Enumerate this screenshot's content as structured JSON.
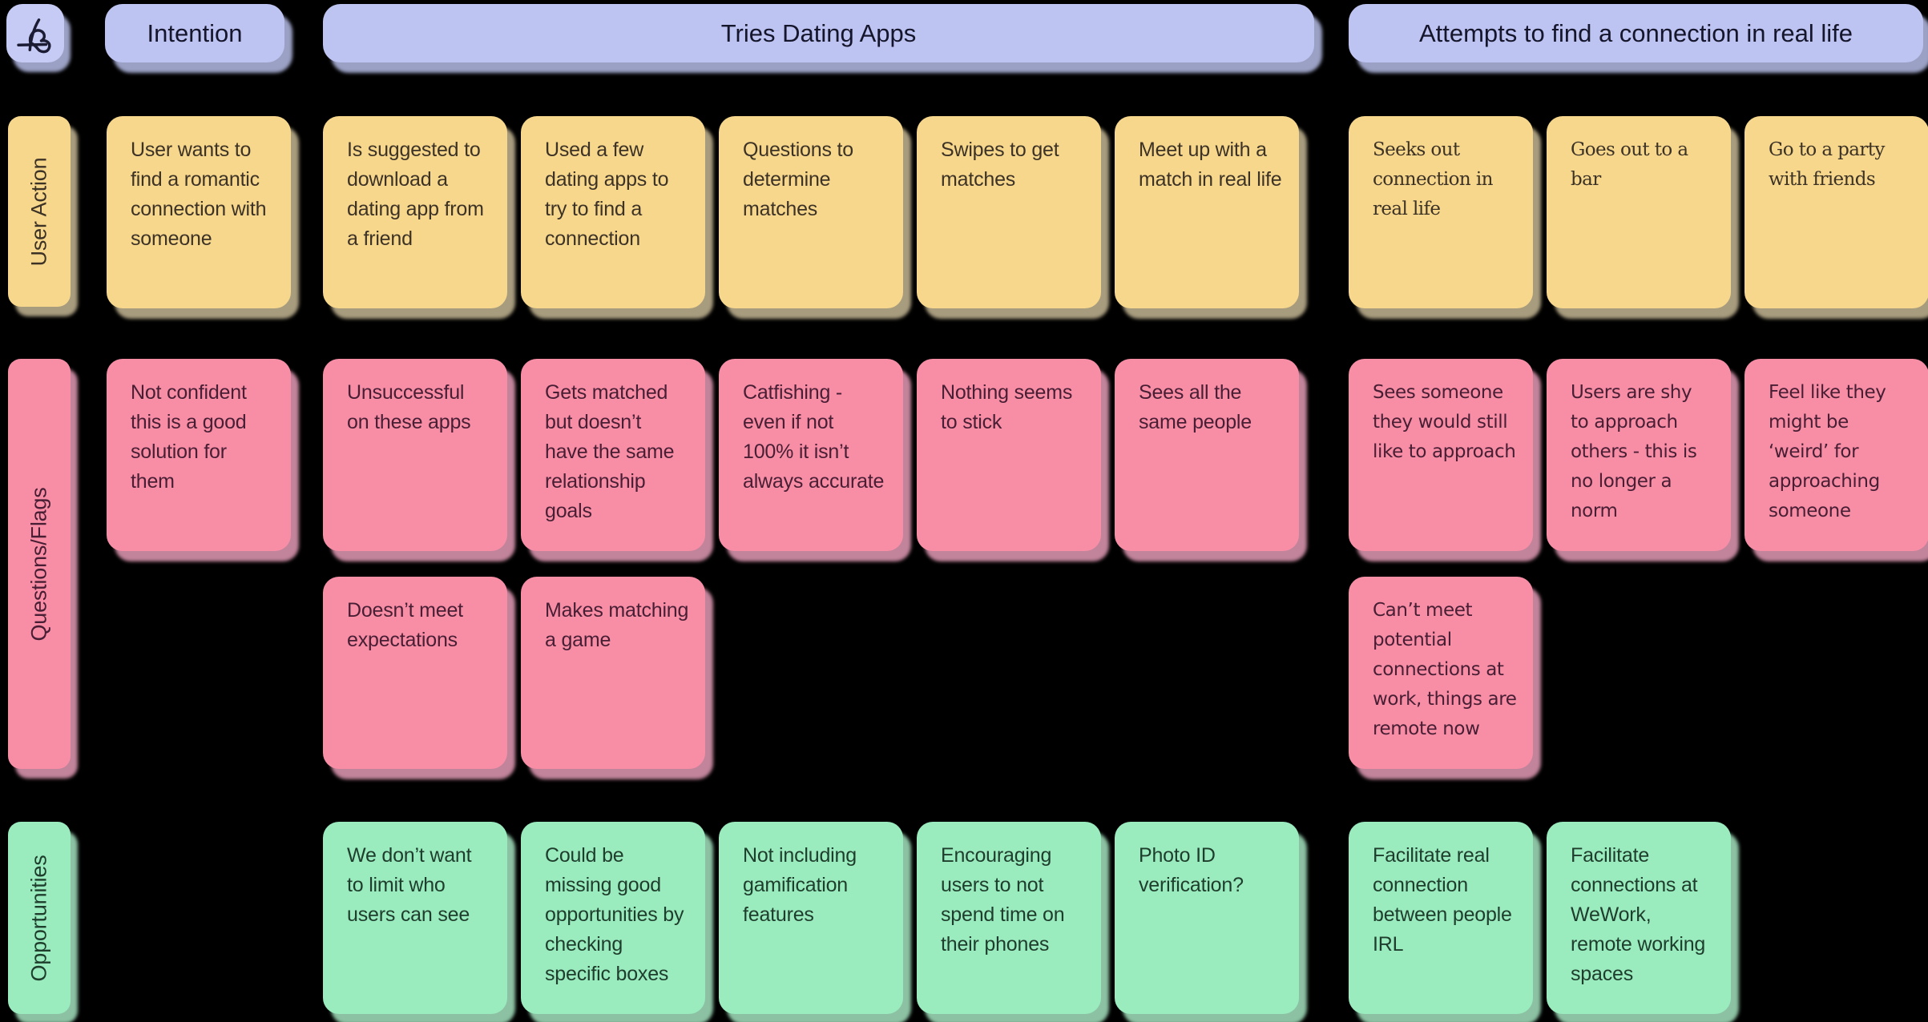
{
  "board": {
    "logo_icon": "heart-doodle",
    "section_headers": [
      {
        "id": "intention",
        "label": "Intention"
      },
      {
        "id": "tries-dating-apps",
        "label": "Tries Dating Apps"
      },
      {
        "id": "attempts-real-life",
        "label": "Attempts to find a connection in real life"
      }
    ],
    "row_labels": [
      {
        "id": "user-action",
        "label": "User Action",
        "color": "yellow"
      },
      {
        "id": "questions-flags",
        "label": "Questions/Flags",
        "color": "pink"
      },
      {
        "id": "opportunities",
        "label": "Opportunities",
        "color": "green"
      }
    ]
  },
  "notes": {
    "user_action": [
      {
        "column": 1,
        "text": "User wants to find a romantic connection with someone"
      },
      {
        "column": 2,
        "text": "Is suggested to download a dating app from a friend"
      },
      {
        "column": 3,
        "text": "Used a few dating apps to try to find a connection"
      },
      {
        "column": 4,
        "text": "Questions to determine matches"
      },
      {
        "column": 5,
        "text": "Swipes to get matches"
      },
      {
        "column": 6,
        "text": "Meet up with a match in real life"
      },
      {
        "column": 7,
        "text": "Seeks out connection in real life"
      },
      {
        "column": 8,
        "text": "Goes out to a bar"
      },
      {
        "column": 9,
        "text": "Go to a party with friends"
      }
    ],
    "questions_flags_row1": [
      {
        "column": 1,
        "text": "Not confident this is a good solution for them"
      },
      {
        "column": 2,
        "text": "Unsuccessful on these apps"
      },
      {
        "column": 3,
        "text": "Gets matched but doesn’t have the same relationship goals"
      },
      {
        "column": 4,
        "text": "Catfishing - even if not 100% it isn’t always accurate"
      },
      {
        "column": 5,
        "text": "Nothing seems to stick"
      },
      {
        "column": 6,
        "text": "Sees all the same people"
      },
      {
        "column": 7,
        "text": "Sees someone they would still like to approach"
      },
      {
        "column": 8,
        "text": "Users are shy to approach others - this is no longer a norm"
      },
      {
        "column": 9,
        "text": "Feel like they might be ‘weird’ for approaching someone"
      }
    ],
    "questions_flags_row2": [
      {
        "column": 2,
        "text": "Doesn’t meet expectations"
      },
      {
        "column": 3,
        "text": "Makes matching a game"
      },
      {
        "column": 7,
        "text": "Can’t meet potential connections at work, things are remote now"
      }
    ],
    "opportunities": [
      {
        "column": 2,
        "text": "We don’t want to limit who users can see"
      },
      {
        "column": 3,
        "text": "Could be missing good opportunities by checking specific boxes"
      },
      {
        "column": 4,
        "text": "Not including gamification features"
      },
      {
        "column": 5,
        "text": "Encouraging users to not spend time on their phones"
      },
      {
        "column": 6,
        "text": "Photo ID verification?"
      },
      {
        "column": 7,
        "text": "Facilitate real connection between people IRL"
      },
      {
        "column": 8,
        "text": "Facilitate connections at WeWork, remote working spaces"
      }
    ]
  },
  "colors": {
    "background": "#000000",
    "header_fill": "#BDC4F2",
    "yellow_note": "#F6D78C",
    "pink_note": "#F88EA6",
    "green_note": "#9AEBBE"
  }
}
